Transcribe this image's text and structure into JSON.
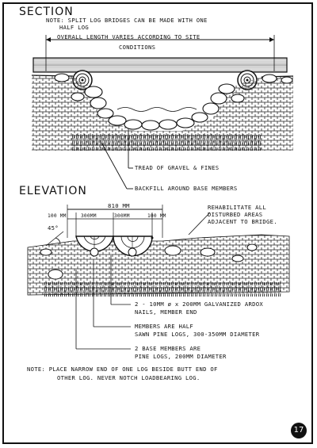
{
  "section": {
    "title": "SECTION",
    "note_line1": "NOTE: SPLIT LOG BRIDGES CAN BE MADE WITH ONE",
    "note_line2": "HALF LOG",
    "length_note_line1": "OVERALL LENGTH VARIES ACCORDING TO SITE",
    "length_note_line2": "CONDITIONS",
    "tread_label": "TREAD OF GRAVEL & FINES",
    "backfill_label": "BACKFILL AROUND BASE MEMBERS"
  },
  "elevation": {
    "title": "ELEVATION",
    "overall_width": "810 MM",
    "dim_100_left": "100 MM",
    "dim_300_left": "300MM",
    "dim_300_right": "300MM",
    "dim_100_right": "100 MM",
    "angle": "45°",
    "rehab_line1": "REHABILITATE ALL",
    "rehab_line2": "DISTURBED AREAS",
    "rehab_line3": "ADJACENT TO BRIDGE.",
    "nails_line1": "2 - 10MM ø x 200MM GALVANIZED ARDOX",
    "nails_line2": "NAILS, MEMBER END",
    "members_line1": "MEMBERS ARE HALF",
    "members_line2": "SAWN PINE LOGS, 300-350MM DIAMETER",
    "base_line1": "2 BASE MEMBERS ARE",
    "base_line2": "PINE LOGS, 200MM DIAMETER",
    "note_line1": "NOTE: PLACE NARROW END OF ONE LOG BESIDE BUTT END OF",
    "note_line2": "OTHER LOG. NEVER NOTCH LOADBEARING LOG."
  },
  "page_number": "17"
}
